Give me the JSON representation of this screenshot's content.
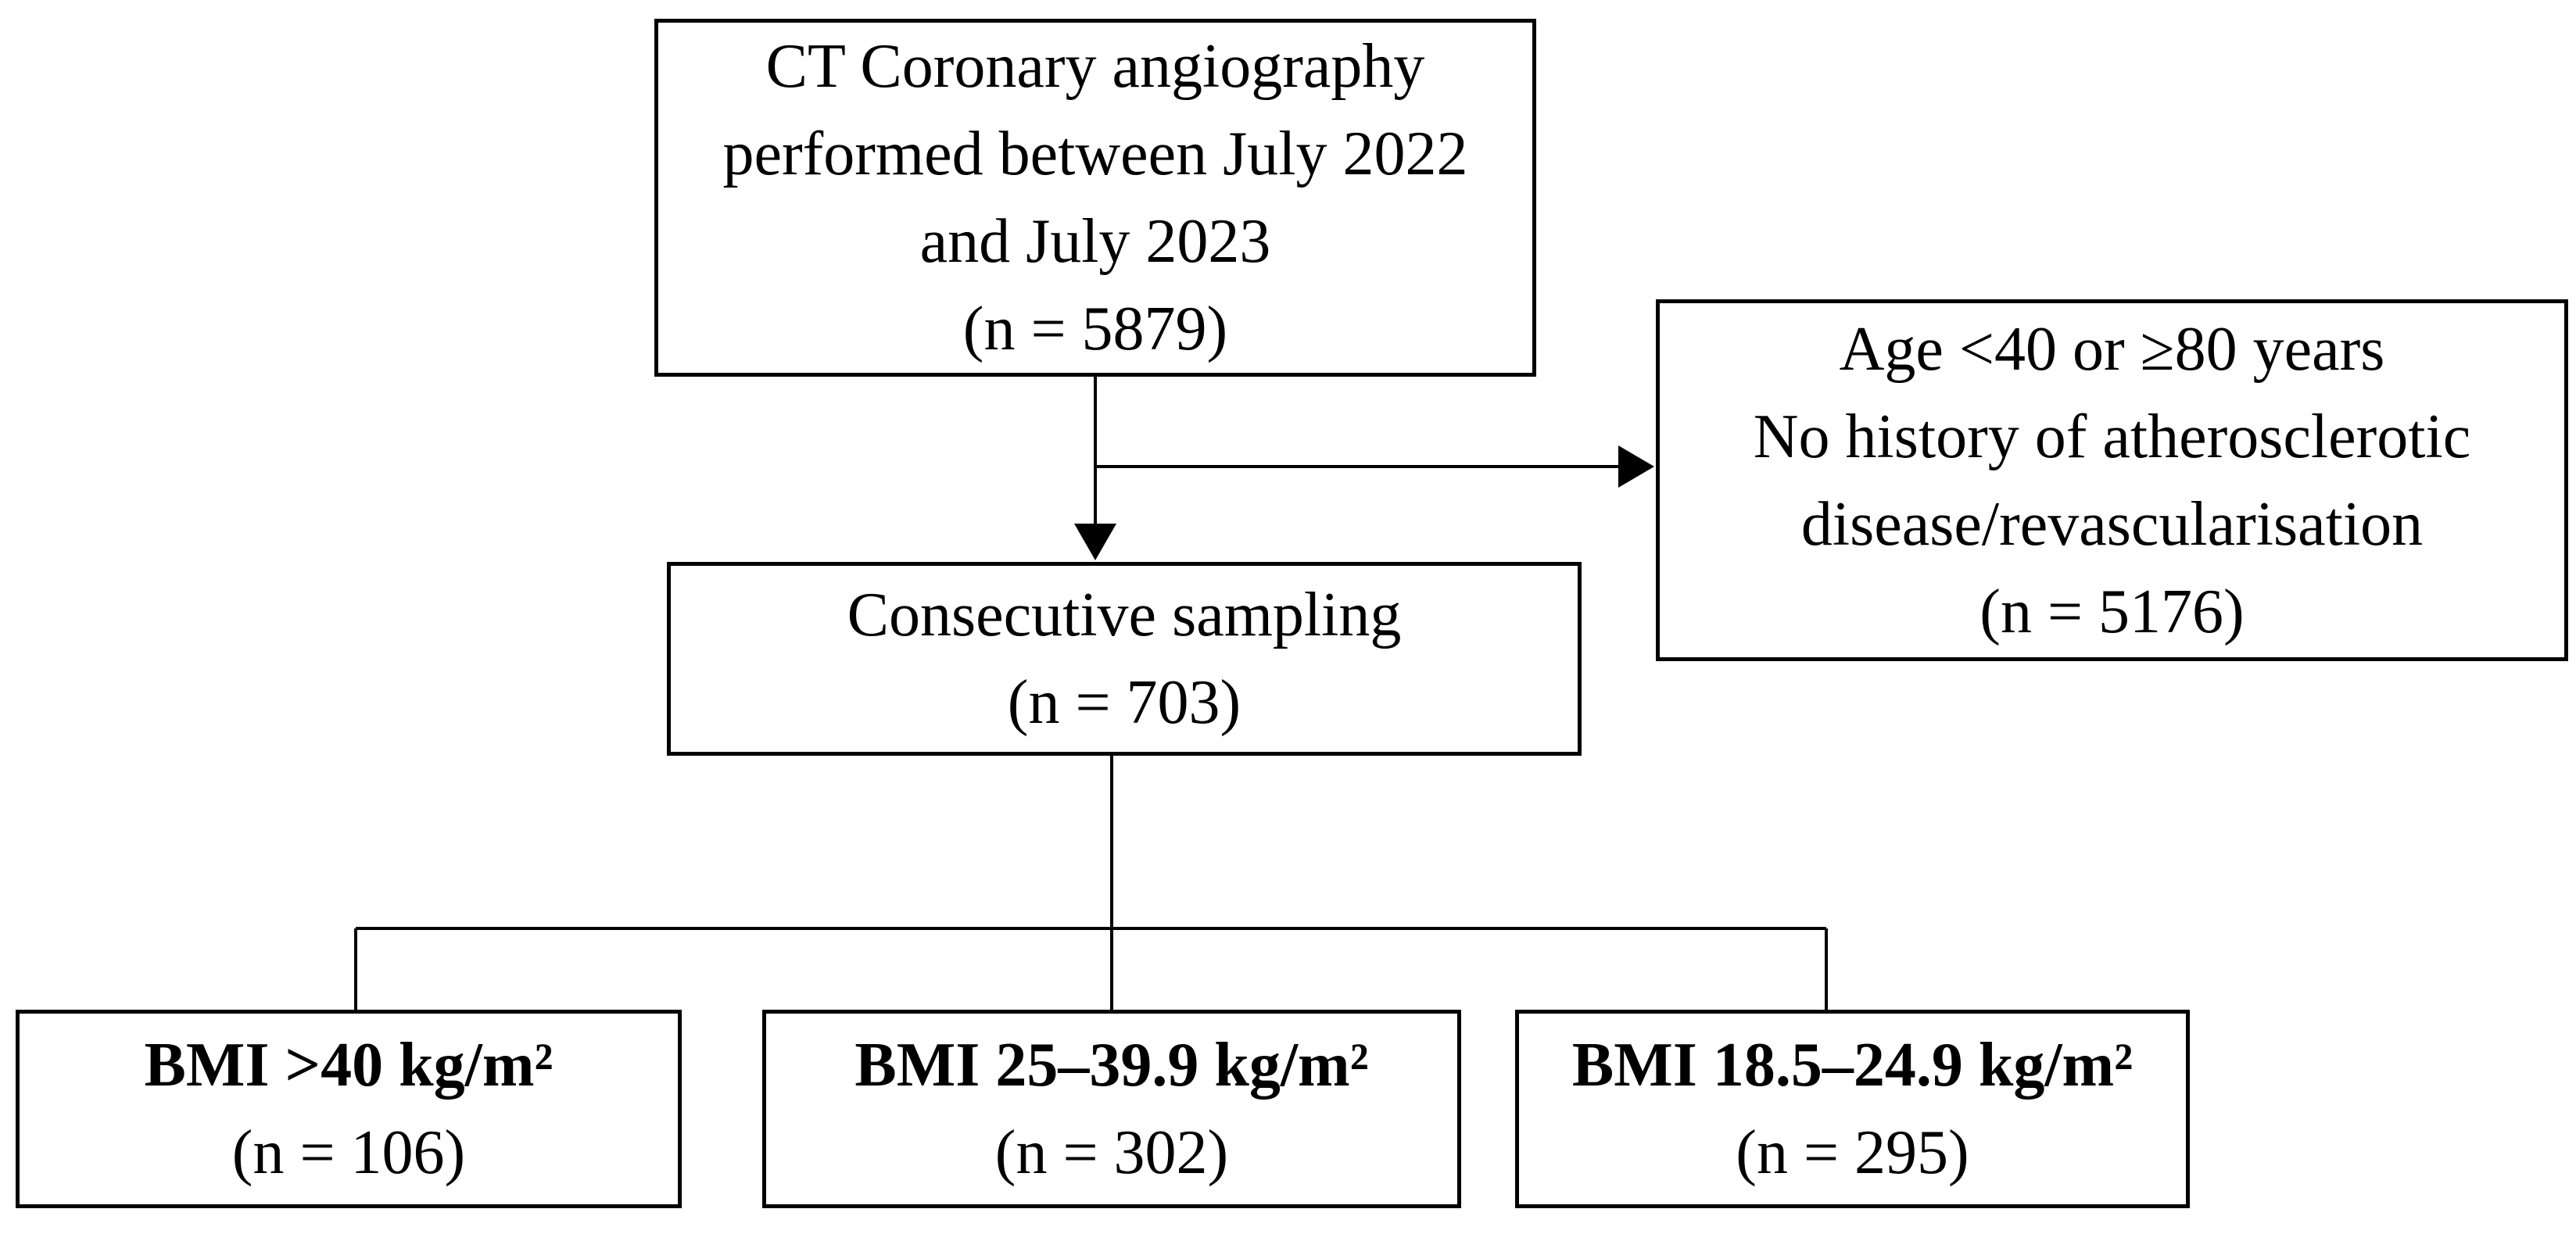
{
  "colors": {
    "background": "#ffffff",
    "box_border": "#000000",
    "line": "#000000",
    "text": "#000000"
  },
  "flowchart": {
    "nodes": {
      "recruitment": {
        "lines": [
          "CT Coronary angiography",
          "performed between July 2022",
          "and July 2023",
          "(n = 5879)"
        ]
      },
      "exclusion": {
        "lines": [
          "Age <40 or ≥80 years",
          "No history of atherosclerotic",
          "disease/revascularisation",
          "(n = 5176)"
        ]
      },
      "sampling": {
        "lines": [
          "Consecutive sampling",
          "(n = 703)"
        ]
      },
      "group_bmi_gt40": {
        "label": "BMI >40 kg/m²",
        "count": "(n = 106)"
      },
      "group_bmi_25_39": {
        "label": "BMI 25–39.9 kg/m²",
        "count": "(n = 302)"
      },
      "group_bmi_18_24": {
        "label": "BMI 18.5–24.9 kg/m²",
        "count": "(n = 295)"
      }
    }
  }
}
